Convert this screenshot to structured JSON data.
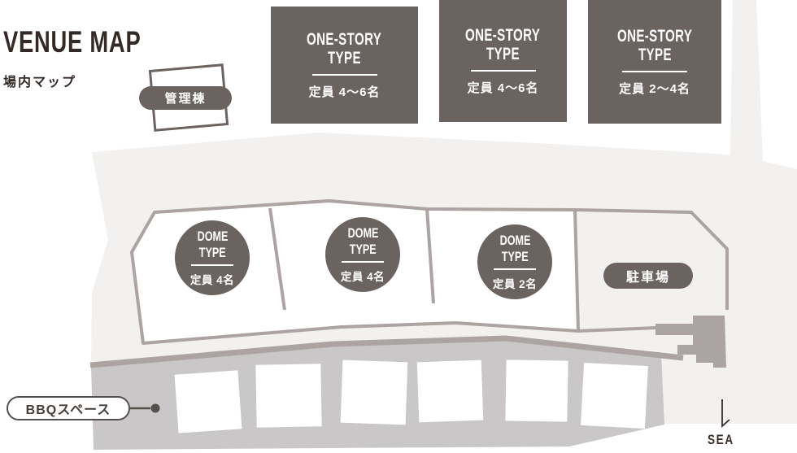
{
  "header": {
    "title": "VENUE MAP",
    "subtitle": "場内マップ"
  },
  "map": {
    "management_building": {
      "label": "管理棟"
    },
    "one_story_units": [
      {
        "type_line1": "ONE-STORY",
        "type_line2": "TYPE",
        "capacity": "定員 4〜6名"
      },
      {
        "type_line1": "ONE-STORY",
        "type_line2": "TYPE",
        "capacity": "定員 4〜6名"
      },
      {
        "type_line1": "ONE-STORY",
        "type_line2": "TYPE",
        "capacity": "定員 2〜4名"
      }
    ],
    "dome_units": [
      {
        "type_line1": "DOME",
        "type_line2": "TYPE",
        "capacity": "定員 4名"
      },
      {
        "type_line1": "DOME",
        "type_line2": "TYPE",
        "capacity": "定員 4名"
      },
      {
        "type_line1": "DOME",
        "type_line2": "TYPE",
        "capacity": "定員 2名"
      }
    ],
    "parking": {
      "label": "駐車場"
    },
    "bbq_space": {
      "label": "BBQスペース"
    },
    "sea": {
      "label": "SEA"
    }
  },
  "colors": {
    "building_dark": "#6b6360",
    "ground_light": "#f2f1f0",
    "road_strip_gray": "#c9c7c7",
    "boundary_gray": "#aba4a2",
    "title_brown": "#332a27",
    "bbq_outline": "#55504b"
  }
}
